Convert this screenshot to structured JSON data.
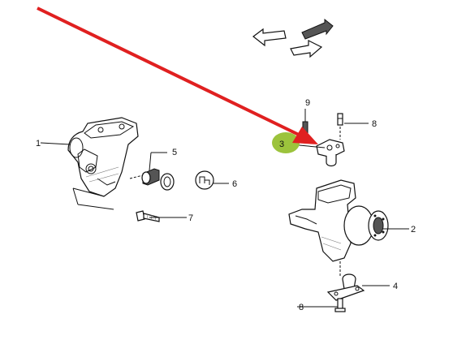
{
  "diagram": {
    "callouts": [
      {
        "id": "1",
        "label": "1"
      },
      {
        "id": "2",
        "label": "2"
      },
      {
        "id": "3",
        "label": "3"
      },
      {
        "id": "4",
        "label": "4"
      },
      {
        "id": "5",
        "label": "5"
      },
      {
        "id": "6",
        "label": "6"
      },
      {
        "id": "7",
        "label": "7"
      },
      {
        "id": "8a",
        "label": "8"
      },
      {
        "id": "8b",
        "label": "8"
      },
      {
        "id": "9",
        "label": "9"
      }
    ],
    "highlight": {
      "callout": "3",
      "color": "#9cc33c"
    },
    "pointer_arrow": {
      "color": "#e02020",
      "target_callout": "3"
    }
  }
}
